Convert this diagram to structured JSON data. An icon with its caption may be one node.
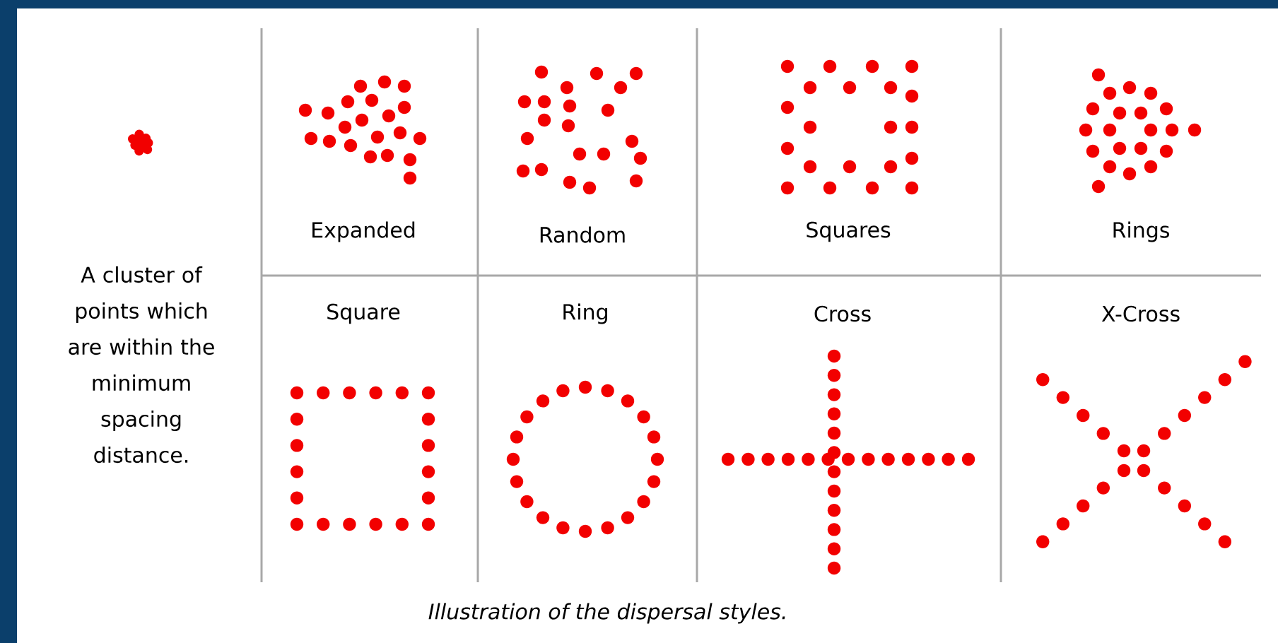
{
  "diagram": {
    "caption": "Illustration of the dispersal styles.",
    "labels": [
      "A cluster of points which are within the minimum spacing distance.",
      "Expanded",
      "Random",
      "Squares",
      "Rings",
      "Square",
      "Ring",
      "Cross",
      "X-Cross"
    ]
  }
}
